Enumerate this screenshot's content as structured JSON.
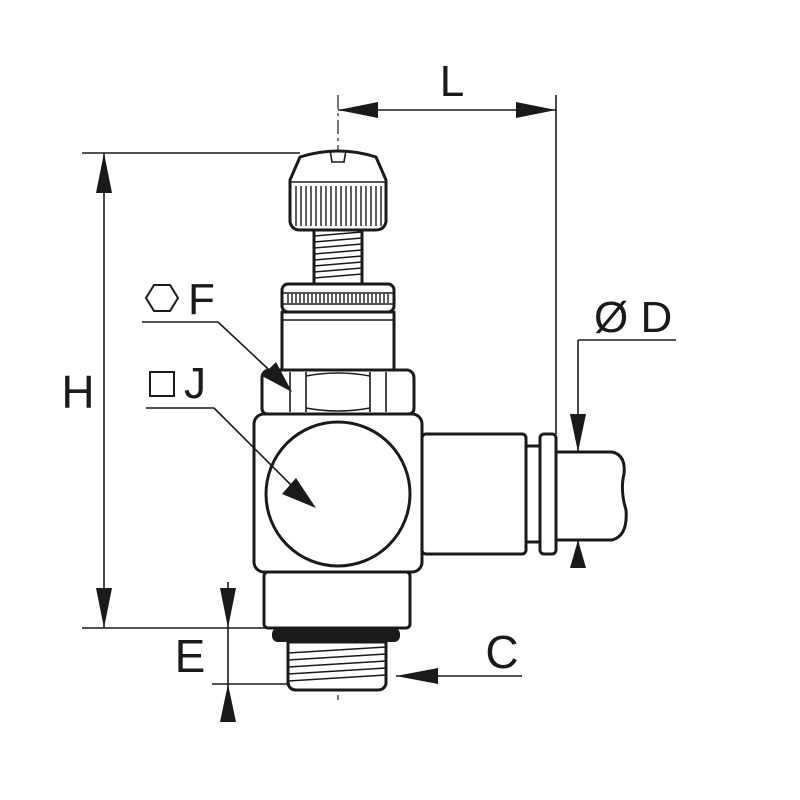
{
  "diagram": {
    "labels": {
      "L": "L",
      "H": "H",
      "F": "F",
      "J": "J",
      "D": "Ø D",
      "E": "E",
      "C": "C"
    }
  }
}
